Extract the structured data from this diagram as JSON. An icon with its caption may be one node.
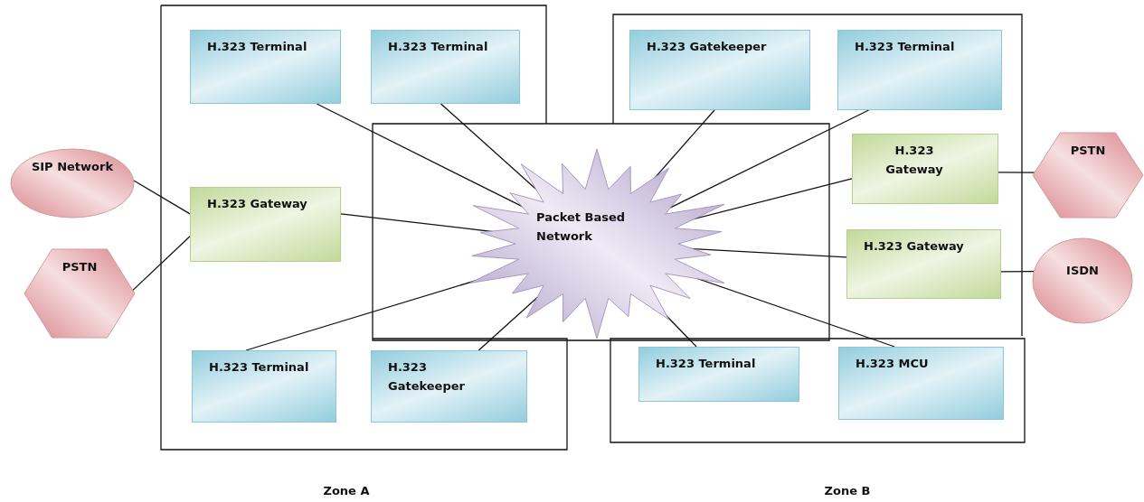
{
  "diagram": {
    "nodes": [
      {
        "text": [
          "SIP Network"
        ]
      },
      {
        "text": [
          "PSTN"
        ]
      },
      {
        "text": [
          "H.323 Terminal"
        ]
      },
      {
        "text": [
          "H.323 Terminal"
        ]
      },
      {
        "text": [
          "H.323 Gateway"
        ]
      },
      {
        "text": [
          "Packet Based Network"
        ]
      },
      {
        "text": [
          "H.323 Terminal"
        ]
      },
      {
        "text": [
          "H.323 Gatekeeper"
        ]
      },
      {
        "text": [
          "H.323 Gatekeeper"
        ]
      },
      {
        "text": [
          "H.323 Terminal"
        ]
      },
      {
        "text": [
          "H.323 Gateway"
        ]
      },
      {
        "text": [
          "PSTN"
        ]
      },
      {
        "text": [
          "H.323 Gateway"
        ]
      },
      {
        "text": [
          "ISDN"
        ]
      },
      {
        "text": [
          "H.323 Terminal"
        ]
      },
      {
        "text": [
          "H.323 MCU"
        ]
      }
    ],
    "edges": [
      {
        "from": 0,
        "to": 4,
        "arrow": "none"
      },
      {
        "from": 1,
        "to": 4,
        "arrow": "none"
      },
      {
        "from": 2,
        "to": 5,
        "arrow": "none"
      },
      {
        "from": 3,
        "to": 5,
        "arrow": "none"
      },
      {
        "from": 4,
        "to": 5,
        "arrow": "none"
      },
      {
        "from": 6,
        "to": 5,
        "arrow": "none"
      },
      {
        "from": 7,
        "to": 5,
        "arrow": "none"
      },
      {
        "from": 8,
        "to": 5,
        "arrow": "none"
      },
      {
        "from": 9,
        "to": 5,
        "arrow": "none"
      },
      {
        "from": 10,
        "to": 5,
        "arrow": "none"
      },
      {
        "from": 12,
        "to": 5,
        "arrow": "none"
      },
      {
        "from": 14,
        "to": 5,
        "arrow": "none"
      },
      {
        "from": 15,
        "to": 5,
        "arrow": "none"
      },
      {
        "from": 10,
        "to": 11,
        "arrow": "none"
      },
      {
        "from": 12,
        "to": 13,
        "arrow": "none"
      }
    ],
    "labels": [
      "Zone A",
      "Zone B"
    ]
  }
}
